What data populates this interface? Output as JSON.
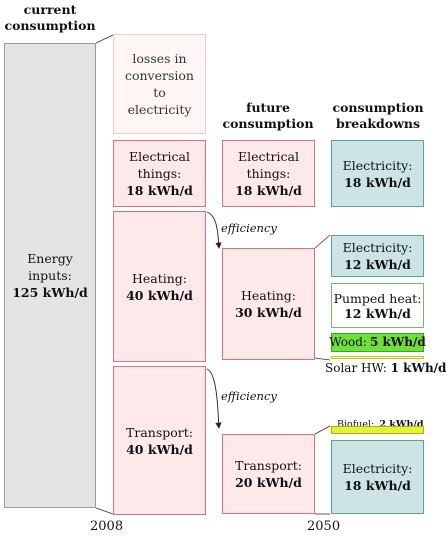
{
  "headings": {
    "current": "current consumption",
    "future": "future consumption",
    "breakdowns": "consumption breakdowns"
  },
  "years": {
    "start": "2008",
    "end": "2050"
  },
  "annotations": {
    "efficiency_heating": "efficiency",
    "efficiency_transport": "efficiency"
  },
  "current": {
    "energy_inputs_label": "Energy inputs:",
    "energy_inputs_value": "125 kWh/d",
    "losses": "losses in conversion to electricity",
    "electrical_label": "Electrical things:",
    "electrical_value": "18 kWh/d",
    "heating_label": "Heating:",
    "heating_value": "40 kWh/d",
    "transport_label": "Transport:",
    "transport_value": "40 kWh/d"
  },
  "future": {
    "electrical_label": "Electrical things:",
    "electrical_value": "18 kWh/d",
    "heating_label": "Heating:",
    "heating_value": "30 kWh/d",
    "transport_label": "Transport:",
    "transport_value": "20 kWh/d"
  },
  "breakdowns": {
    "electricity_1_label": "Electricity:",
    "electricity_1_value": "18 kWh/d",
    "electricity_2_label": "Electricity:",
    "electricity_2_value": "12 kWh/d",
    "pumped_label": "Pumped heat:",
    "pumped_value": "12 kWh/d",
    "wood_label": "Wood:",
    "wood_value": "5 kWh/d",
    "solar_label": "Solar HW:",
    "solar_value": "1 kWh/d",
    "biofuel_label": "Biofuel:",
    "biofuel_value": "2 kWh/d",
    "electricity_3_label": "Electricity:",
    "electricity_3_value": "18 kWh/d"
  },
  "colors": {
    "grey": "#e4e4e4",
    "pink": "#fde9ea",
    "pink_border": "#e0707a",
    "teal": "#cde4e4",
    "green": "#6ee03a",
    "yellow": "#dff53a"
  }
}
